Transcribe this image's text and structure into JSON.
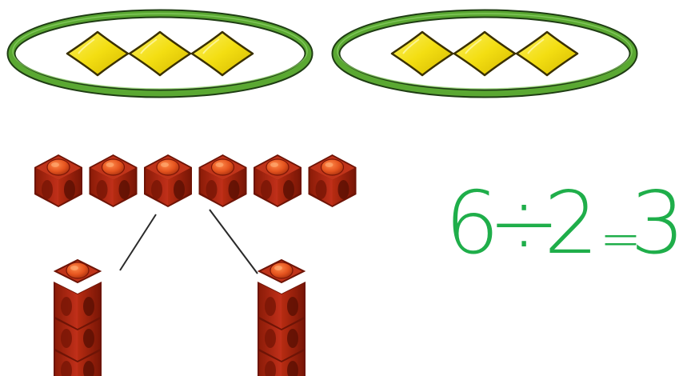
{
  "diagram": {
    "groups": [
      {
        "items": [
          "pillow",
          "pillow",
          "pillow"
        ]
      },
      {
        "items": [
          "pillow",
          "pillow",
          "pillow"
        ]
      }
    ],
    "cube_row_count": 6,
    "tower_heights": [
      3,
      3
    ],
    "colors": {
      "ring_green": "#5aa832",
      "ring_dark": "#1f3d14",
      "pillow_yellow": "#f3de12",
      "cube_red": "#b62a10",
      "cube_dark": "#6e1406",
      "cube_top": "#e4531e",
      "equation_green": "#1fae4a"
    }
  },
  "equation": {
    "dividend": "6",
    "operator": "÷",
    "divisor": "2",
    "equals": "=",
    "quotient": "3"
  }
}
